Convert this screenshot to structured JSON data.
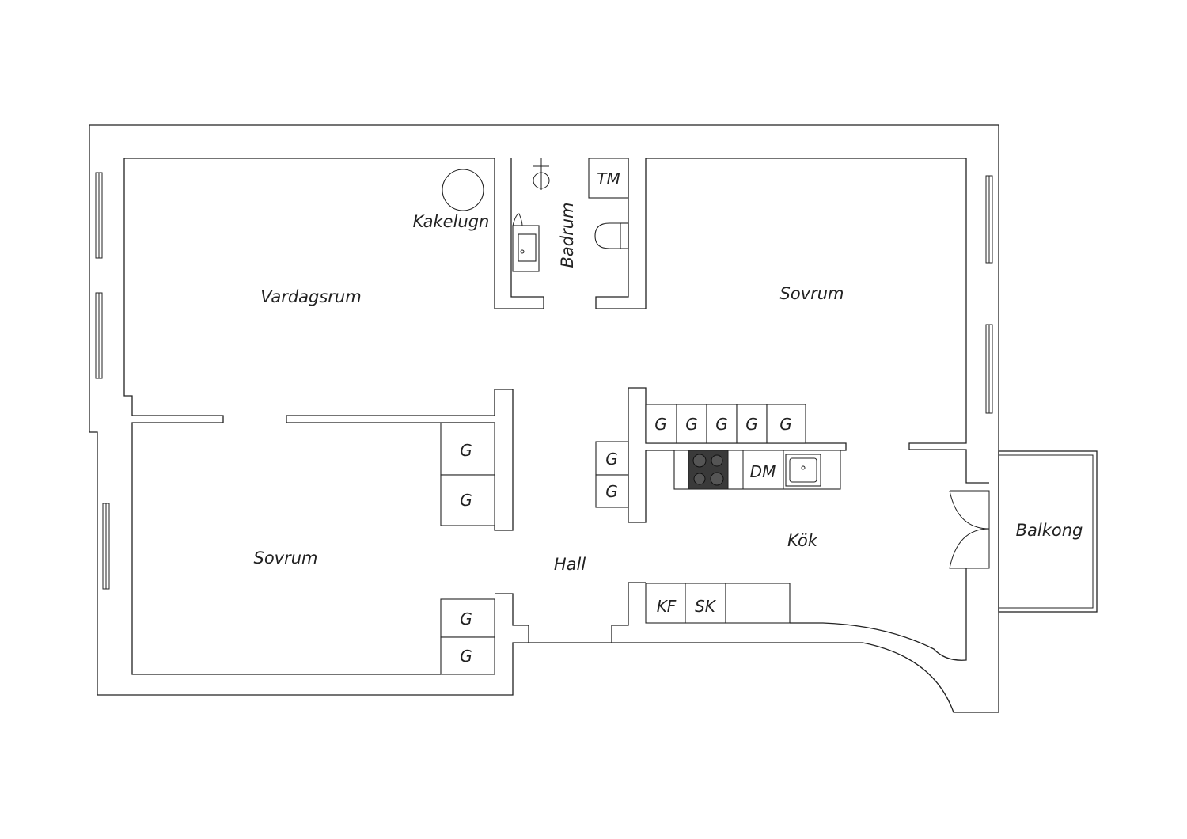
{
  "rooms": {
    "vardagsrum": "Vardagsrum",
    "kakelugn": "Kakelugn",
    "badrum": "Badrum",
    "sovrum_right": "Sovrum",
    "sovrum_left": "Sovrum",
    "hall": "Hall",
    "kok": "Kök",
    "balkong": "Balkong"
  },
  "fixtures": {
    "tm": "TM",
    "dm": "DM",
    "kf": "KF",
    "sk": "SK",
    "wardrobe": "G"
  },
  "colors": {
    "line": "#222222",
    "stove": "#3a3a3a",
    "background": "#ffffff"
  }
}
